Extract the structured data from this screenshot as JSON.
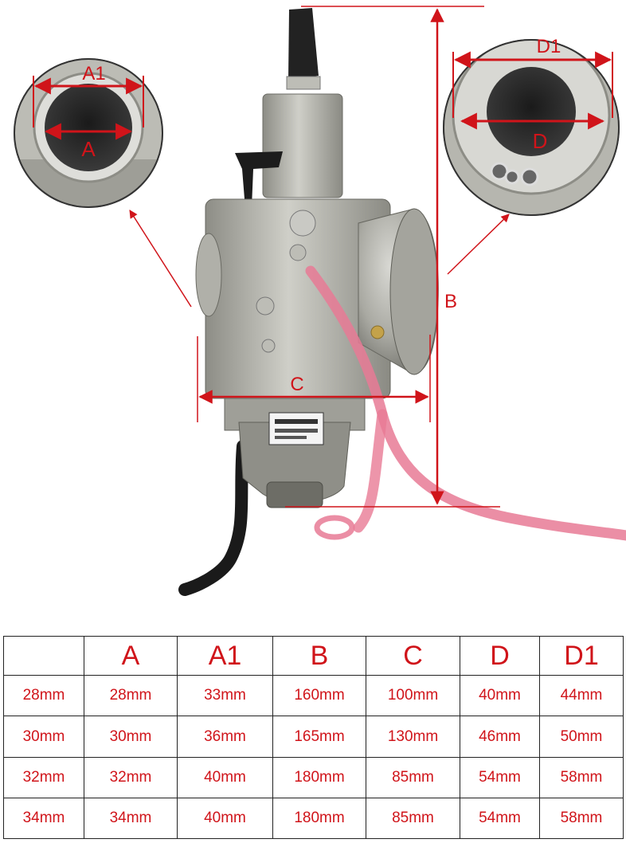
{
  "figure": {
    "labels": {
      "a1": "A1",
      "a": "A",
      "d1": "D1",
      "d": "D",
      "b": "B",
      "c": "C"
    }
  },
  "colors": {
    "accent": "#d0141a",
    "hose": "#e87a95",
    "metal": "#a8a8a0"
  },
  "table": {
    "headers": [
      "",
      "A",
      "A1",
      "B",
      "C",
      "D",
      "D1"
    ],
    "rows": [
      [
        "28mm",
        "28mm",
        "33mm",
        "160mm",
        "100mm",
        "40mm",
        "44mm"
      ],
      [
        "30mm",
        "30mm",
        "36mm",
        "165mm",
        "130mm",
        "46mm",
        "50mm"
      ],
      [
        "32mm",
        "32mm",
        "40mm",
        "180mm",
        "85mm",
        "54mm",
        "58mm"
      ],
      [
        "34mm",
        "34mm",
        "40mm",
        "180mm",
        "85mm",
        "54mm",
        "58mm"
      ]
    ]
  }
}
